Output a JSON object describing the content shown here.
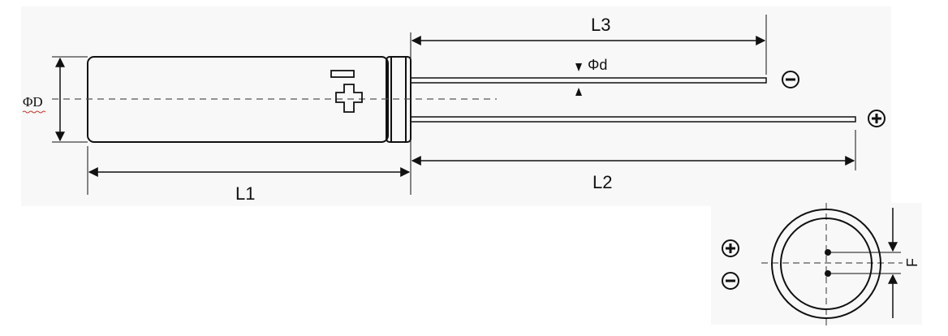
{
  "labels": {
    "phi_D": "ΦD",
    "phi_d": "Φd",
    "L1": "L1",
    "L2": "L2",
    "L3": "L3",
    "F": "F"
  },
  "colors": {
    "line": "#111111",
    "panel": "#f7f7f7"
  },
  "icons": {
    "minus": "minus-circle-icon",
    "plus": "plus-circle-icon"
  }
}
